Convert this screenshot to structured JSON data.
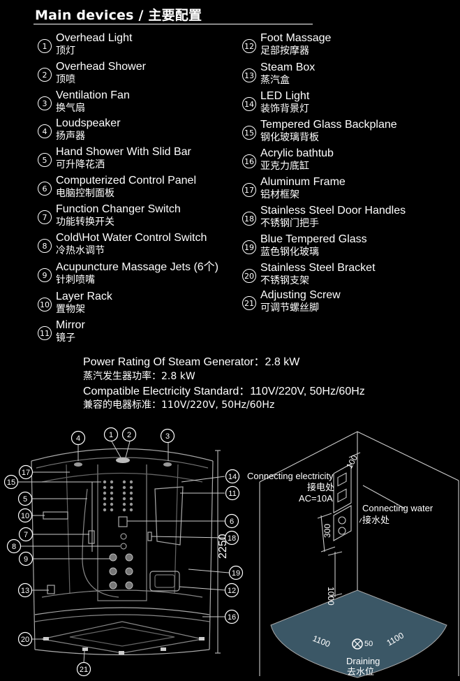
{
  "header": {
    "title": "Main devices / 主要配置"
  },
  "devices": [
    {
      "num": "1",
      "en": "Overhead Light",
      "zh": "顶灯"
    },
    {
      "num": "2",
      "en": "Overhead Shower",
      "zh": "顶喷"
    },
    {
      "num": "3",
      "en": "Ventilation Fan",
      "zh": "换气扇"
    },
    {
      "num": "4",
      "en": "Loudspeaker",
      "zh": "扬声器"
    },
    {
      "num": "5",
      "en": "Hand Shower With Slid Bar",
      "zh": "可升降花洒"
    },
    {
      "num": "6",
      "en": "Computerized Control Panel",
      "zh": "电脑控制面板"
    },
    {
      "num": "7",
      "en": "Function Changer Switch",
      "zh": "功能转换开关"
    },
    {
      "num": "8",
      "en": "Cold\\Hot Water Control Switch",
      "zh": "冷热水调节"
    },
    {
      "num": "9",
      "en": "Acupuncture Massage Jets (6个)",
      "zh": "针刺喷嘴"
    },
    {
      "num": "10",
      "en": "Layer Rack",
      "zh": "置物架"
    },
    {
      "num": "11",
      "en": "Mirror",
      "zh": "镜子"
    },
    {
      "num": "12",
      "en": "Foot Massage",
      "zh": "足部按摩器"
    },
    {
      "num": "13",
      "en": "Steam Box",
      "zh": "蒸汽盒"
    },
    {
      "num": "14",
      "en": "LED Light",
      "zh": "装饰背景灯"
    },
    {
      "num": "15",
      "en": "Tempered Glass Backplane",
      "zh": "钢化玻璃背板"
    },
    {
      "num": "16",
      "en": "Acrylic bathtub",
      "zh": "亚克力底缸"
    },
    {
      "num": "17",
      "en": "Aluminum Frame",
      "zh": "铝材框架"
    },
    {
      "num": "18",
      "en": "Stainless Steel Door Handles",
      "zh": "不锈钢门把手"
    },
    {
      "num": "19",
      "en": "Blue Tempered Glass",
      "zh": "蓝色钢化玻璃"
    },
    {
      "num": "20",
      "en": "Stainless Steel Bracket",
      "zh": "不锈钢支架"
    },
    {
      "num": "21",
      "en": "Adjusting Screw",
      "zh": "可调节螺丝脚"
    }
  ],
  "specs": {
    "power_en": "Power Rating Of Steam Generator：2.8 kW",
    "power_zh": "蒸汽发生器功率：2.8 kW",
    "elec_en": "Compatible Electricity Standard：110V/220V, 50Hz/60Hz",
    "elec_zh": "兼容的电器标准：110V/220V, 50Hz/60Hz"
  },
  "diagram_left": {
    "height_dim": "2250",
    "callouts": [
      "1",
      "2",
      "3",
      "4",
      "5",
      "6",
      "7",
      "8",
      "9",
      "10",
      "11",
      "12",
      "13",
      "14",
      "15",
      "16",
      "17",
      "18",
      "19",
      "20",
      "21"
    ]
  },
  "diagram_right": {
    "elec_en": "Connecting electricity",
    "elec_zh": "接电处",
    "elec_rating": "AC=10A",
    "water_en": "Connecting water",
    "water_zh": "接水处",
    "dim_100": "100",
    "dim_300": "300",
    "dim_1000": "1000",
    "dim_1100_left": "1100",
    "dim_1100_right": "1100",
    "drain_size": "50",
    "drain_en": "Draining",
    "drain_zh": "去水位"
  }
}
